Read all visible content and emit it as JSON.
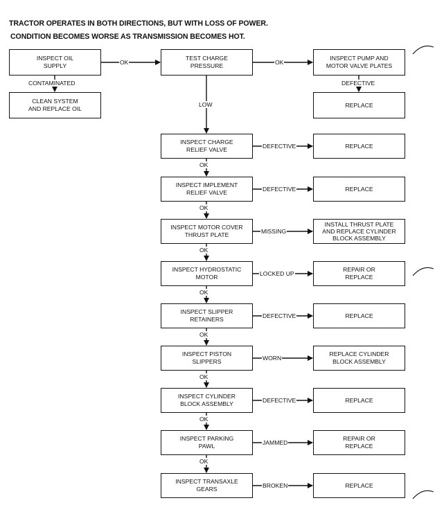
{
  "header": {
    "line1": "TRACTOR OPERATES IN BOTH DIRECTIONS, BUT WITH LOSS OF POWER.",
    "line2": "CONDITION BECOMES WORSE AS TRANSMISSION BECOMES HOT."
  },
  "top_row": {
    "oil_supply": "INSPECT OIL\nSUPPLY",
    "ok1": "OK",
    "charge_pressure": "TEST CHARGE\nPRESSURE",
    "ok2": "OK",
    "pump_plates": "INSPECT PUMP AND\nMOTOR VALVE PLATES",
    "contaminated": "CONTAMINATED",
    "clean_system": "CLEAN SYSTEM\nAND REPLACE OIL",
    "defective": "DEFECTIVE",
    "replace": "REPLACE",
    "low": "LOW"
  },
  "chain": [
    {
      "inspect": "INSPECT CHARGE\nRELIEF VALVE",
      "condition": "DEFECTIVE",
      "action": "REPLACE"
    },
    {
      "inspect": "INSPECT IMPLEMENT\nRELIEF VALVE",
      "condition": "DEFECTIVE",
      "action": "REPLACE"
    },
    {
      "inspect": "INSPECT MOTOR COVER\nTHRUST PLATE",
      "condition": "MISSING",
      "action": "INSTALL THRUST PLATE\nAND REPLACE CYLINDER\nBLOCK ASSEMBLY"
    },
    {
      "inspect": "INSPECT HYDROSTATIC\nMOTOR",
      "condition": "LOCKED UP",
      "action": "REPAIR OR\nREPLACE"
    },
    {
      "inspect": "INSPECT SLIPPER\nRETAINERS",
      "condition": "DEFECTIVE",
      "action": "REPLACE"
    },
    {
      "inspect": "INSPECT PISTON\nSLIPPERS",
      "condition": "WORN",
      "action": "REPLACE CYLINDER\nBLOCK ASSEMBLY"
    },
    {
      "inspect": "INSPECT CYLINDER\nBLOCK ASSEMBLY",
      "condition": "DEFECTIVE",
      "action": "REPLACE"
    },
    {
      "inspect": "INSPECT PARKING\nPAWL",
      "condition": "JAMMED",
      "action": "REPAIR OR\nREPLACE"
    },
    {
      "inspect": "INSPECT TRANSAXLE\nGEARS",
      "condition": "BROKEN",
      "action": "REPLACE"
    }
  ],
  "ok_label": "OK"
}
